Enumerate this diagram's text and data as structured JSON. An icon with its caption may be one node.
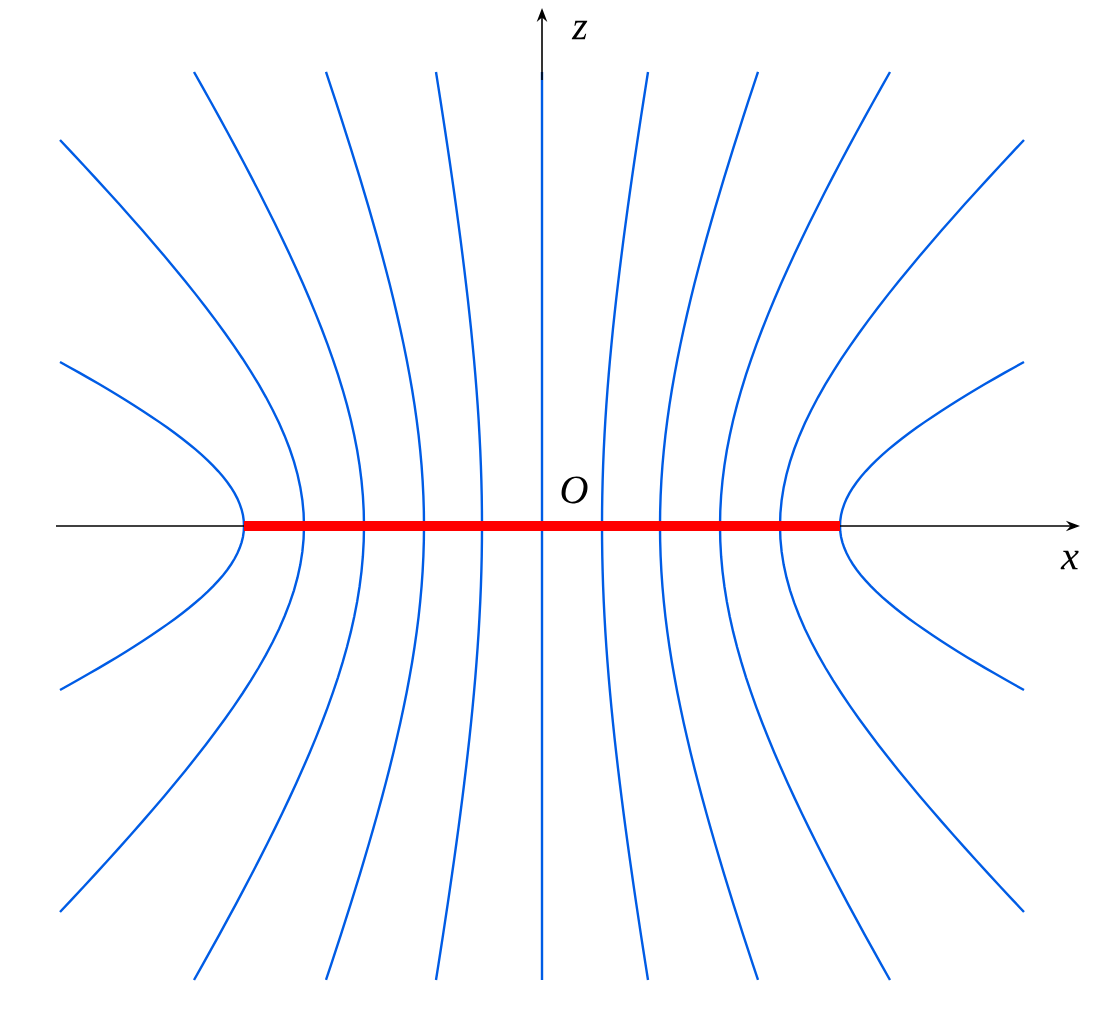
{
  "diagram": {
    "labels": [
      "z",
      "O",
      "x"
    ]
  }
}
